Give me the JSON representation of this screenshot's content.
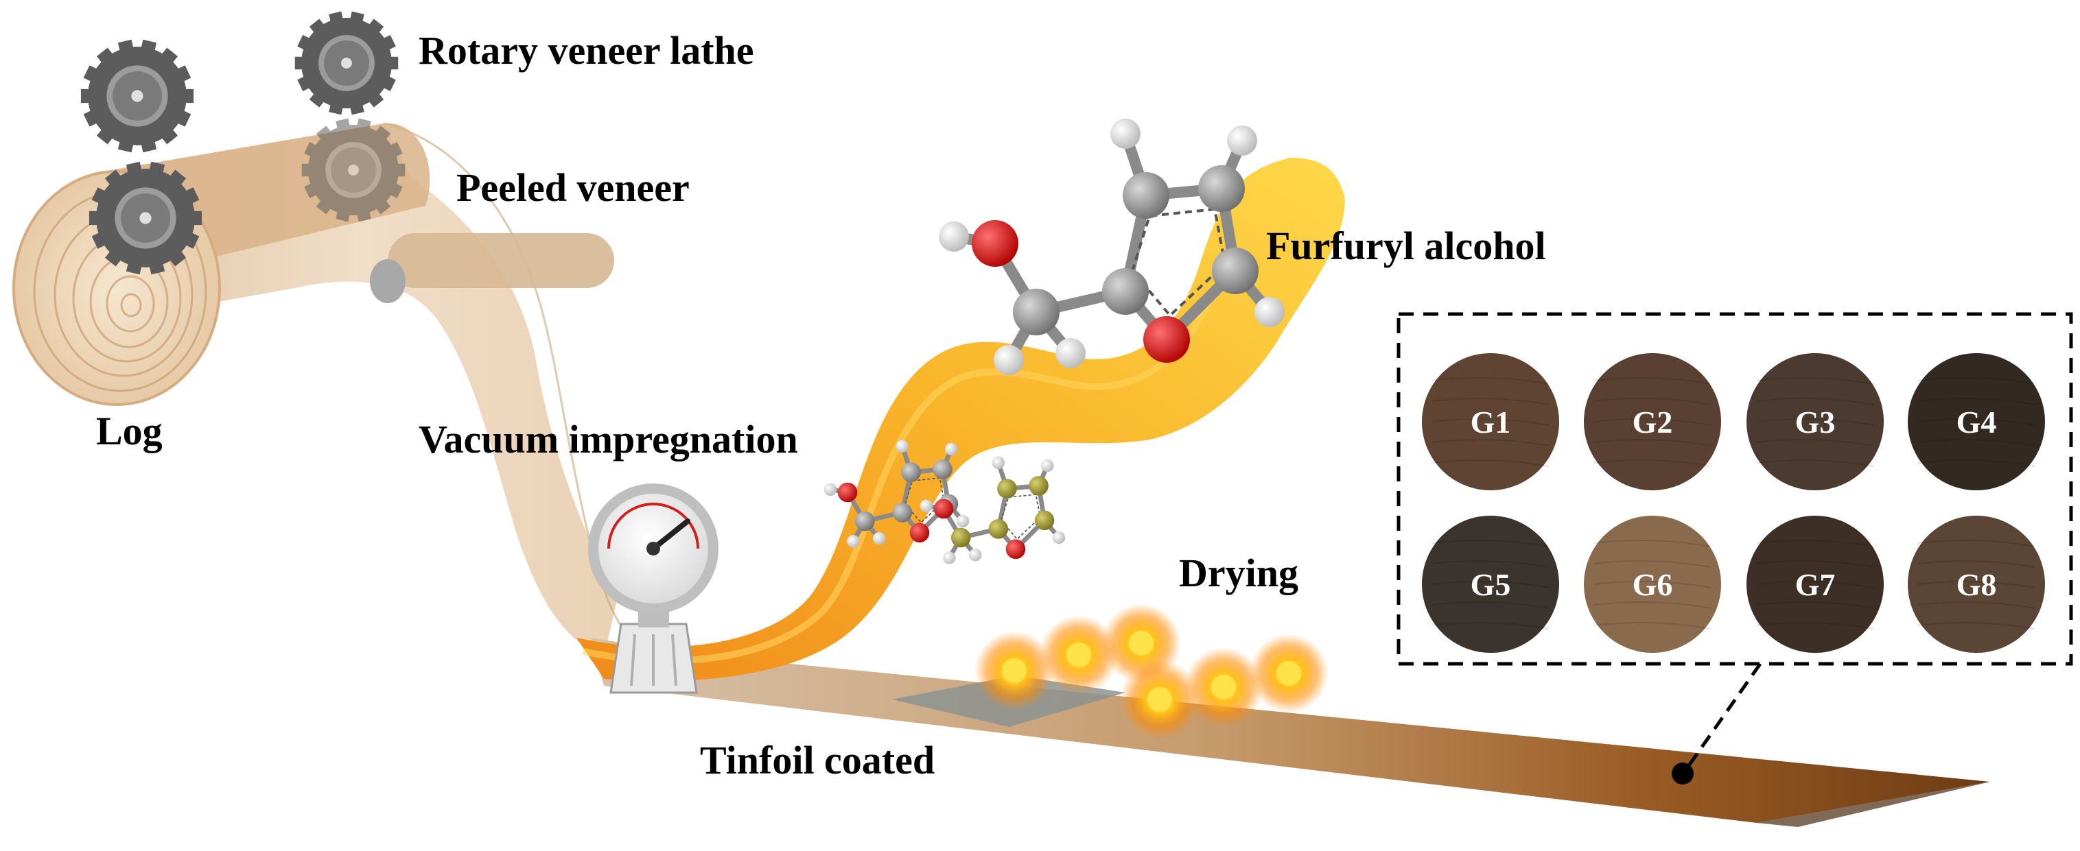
{
  "labels": {
    "rotary_lathe": "Rotary veneer lathe",
    "peeled_veneer": "Peeled veneer",
    "log": "Log",
    "vacuum_impregnation": "Vacuum impregnation",
    "furfuryl_alcohol": "Furfuryl alcohol",
    "drying": "Drying",
    "tinfoil_coated": "Tinfoil coated"
  },
  "samples": [
    {
      "id": "G1",
      "color": "#5f4433"
    },
    {
      "id": "G2",
      "color": "#5a4032"
    },
    {
      "id": "G3",
      "color": "#4b3a30"
    },
    {
      "id": "G4",
      "color": "#332923"
    },
    {
      "id": "G5",
      "color": "#3a332e"
    },
    {
      "id": "G6",
      "color": "#8a6a4d"
    },
    {
      "id": "G7",
      "color": "#3d2f26"
    },
    {
      "id": "G8",
      "color": "#5a4536"
    }
  ],
  "colors": {
    "veneer": "#e9cfb0",
    "gear": "#5c5c5c",
    "resin": "#f7a824",
    "oxygen_atom": "#d62020",
    "carbon_atom": "#8c8c8c",
    "hydrogen_atom": "#e6e6e6",
    "glow": "#ffb000"
  }
}
